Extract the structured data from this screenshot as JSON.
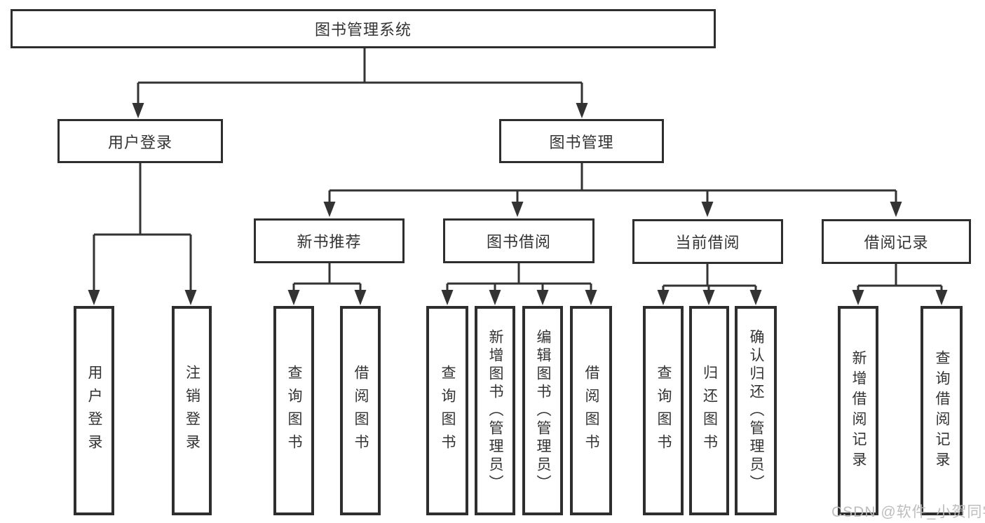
{
  "diagram_type": "hierarchy-tree",
  "colors": {
    "line": "#333333",
    "box_border": "#2e2e2e",
    "box_background": "#ffffff",
    "text": "#333333",
    "watermark": "#b9b9b9",
    "page_background": "#ffffff"
  },
  "hierarchy": {
    "label": "图书管理系统",
    "children": [
      {
        "label": "用户登录",
        "children": [
          {
            "label": "用户登录"
          },
          {
            "label": "注销登录"
          }
        ]
      },
      {
        "label": "图书管理",
        "children": [
          {
            "label": "新书推荐",
            "children": [
              {
                "label": "查询图书"
              },
              {
                "label": "借阅图书"
              }
            ]
          },
          {
            "label": "图书借阅",
            "children": [
              {
                "label": "查询图书"
              },
              {
                "label": "新增图书（管理员）"
              },
              {
                "label": "编辑图书（管理员）"
              },
              {
                "label": "借阅图书"
              }
            ]
          },
          {
            "label": "当前借阅",
            "children": [
              {
                "label": "查询图书"
              },
              {
                "label": "归还图书"
              },
              {
                "label": "确认归还（管理员）"
              }
            ]
          },
          {
            "label": "借阅记录",
            "children": [
              {
                "label": "新增借阅记录"
              },
              {
                "label": "查询借阅记录"
              }
            ]
          }
        ]
      }
    ]
  },
  "watermark": {
    "text": "CSDN @软件_小贺同学"
  }
}
